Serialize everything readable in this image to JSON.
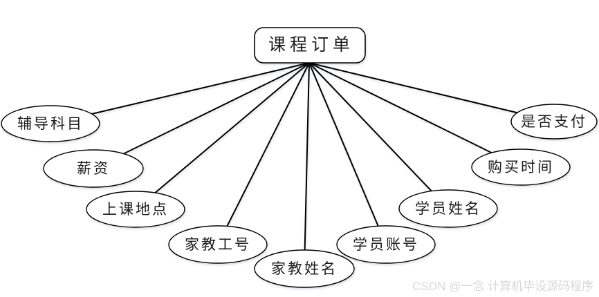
{
  "diagram": {
    "type": "er-attribute-diagram",
    "entity": {
      "label": "课程订单"
    },
    "attributes": [
      {
        "label": "辅导科目"
      },
      {
        "label": "薪资"
      },
      {
        "label": "上课地点"
      },
      {
        "label": "家教工号"
      },
      {
        "label": "家教姓名"
      },
      {
        "label": "学员账号"
      },
      {
        "label": "学员姓名"
      },
      {
        "label": "购买时间"
      },
      {
        "label": "是否支付"
      }
    ],
    "colors": {
      "line": "#000000",
      "shape_fill": "#ffffff",
      "text": "#1c1c1c",
      "watermark": "#d8d8d8"
    }
  },
  "watermark": {
    "text": "CSDN @一念 计算机毕设源码程序"
  }
}
